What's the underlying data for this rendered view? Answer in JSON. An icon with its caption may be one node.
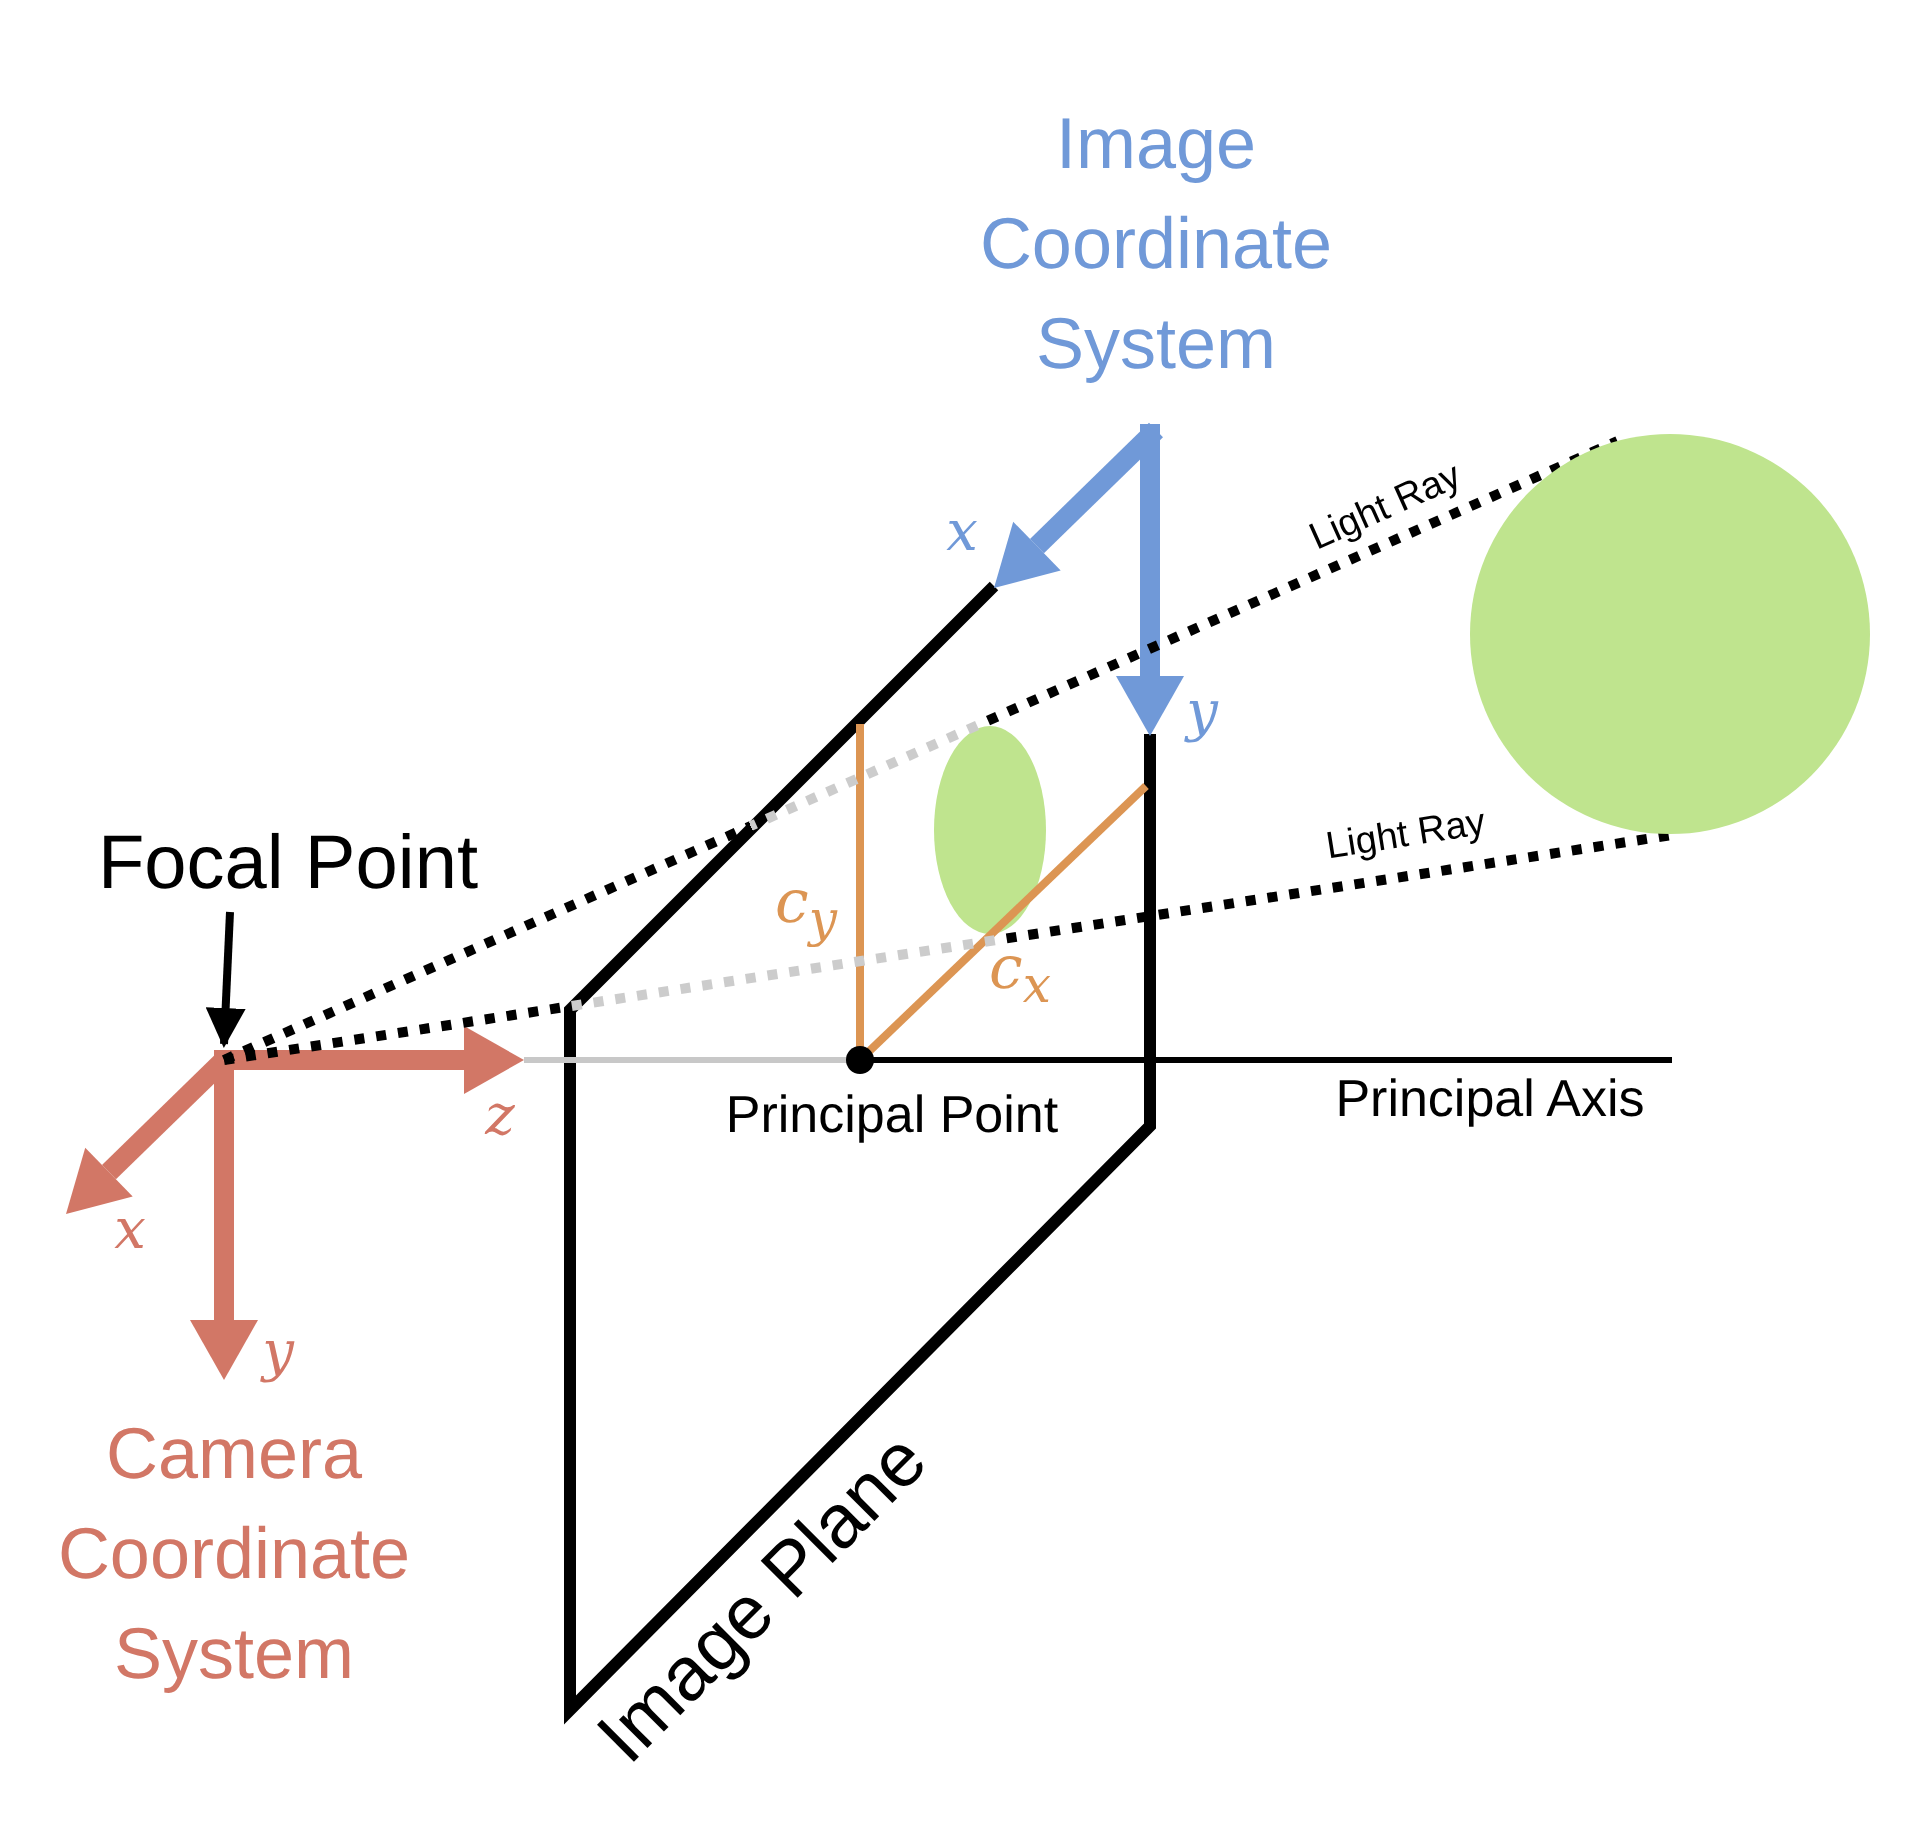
{
  "diagram": {
    "nodes": [
      {
        "text": [
          "Focal Point"
        ]
      },
      {
        "text": [],
        "shape": "circle"
      }
    ],
    "edges": [
      {
        "from": 0,
        "to": null,
        "arrow": "to"
      },
      {
        "from": null,
        "to": 1,
        "label": "Light Ray",
        "arrow": "none",
        "style": "dashed"
      },
      {
        "from": null,
        "to": 1,
        "label": "Light Ray",
        "arrow": "none",
        "style": "dashed"
      }
    ],
    "labels": [
      "Image Coordinate System",
      "x",
      "y",
      "c$_{y}$",
      "c$_{x}$",
      "Principal Point",
      "Principal Axis",
      "z",
      "x",
      "y",
      "Camera Coordinate System",
      "Image Plane"
    ]
  }
}
